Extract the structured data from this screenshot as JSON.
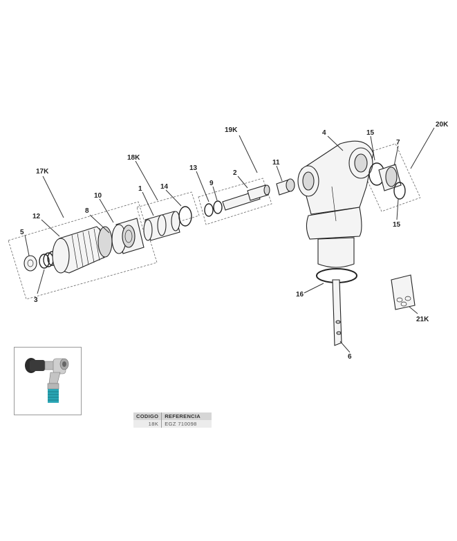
{
  "callouts": [
    {
      "id": "c17k",
      "text": "17K"
    },
    {
      "id": "c12",
      "text": "12"
    },
    {
      "id": "c5",
      "text": "5"
    },
    {
      "id": "c3",
      "text": "3"
    },
    {
      "id": "c10",
      "text": "10"
    },
    {
      "id": "c8",
      "text": "8"
    },
    {
      "id": "c18k",
      "text": "18K"
    },
    {
      "id": "c1",
      "text": "1"
    },
    {
      "id": "c14",
      "text": "14"
    },
    {
      "id": "c13",
      "text": "13"
    },
    {
      "id": "c9",
      "text": "9"
    },
    {
      "id": "c19k",
      "text": "19K"
    },
    {
      "id": "c2",
      "text": "2"
    },
    {
      "id": "c11",
      "text": "11"
    },
    {
      "id": "c4",
      "text": "4"
    },
    {
      "id": "c15a",
      "text": "15"
    },
    {
      "id": "c7",
      "text": "7"
    },
    {
      "id": "c20k",
      "text": "20K"
    },
    {
      "id": "c15b",
      "text": "15"
    },
    {
      "id": "c16",
      "text": "16"
    },
    {
      "id": "c6",
      "text": "6"
    },
    {
      "id": "c21k",
      "text": "21K"
    }
  ],
  "table": {
    "headers": [
      "CODIGO",
      "REFERENCIA"
    ],
    "rows": [
      [
        "18K",
        "EGZ 710098"
      ]
    ]
  },
  "colors": {
    "line": "#222222",
    "accent_teal": "#2aa6b5",
    "knob": "#2b2b2b"
  }
}
